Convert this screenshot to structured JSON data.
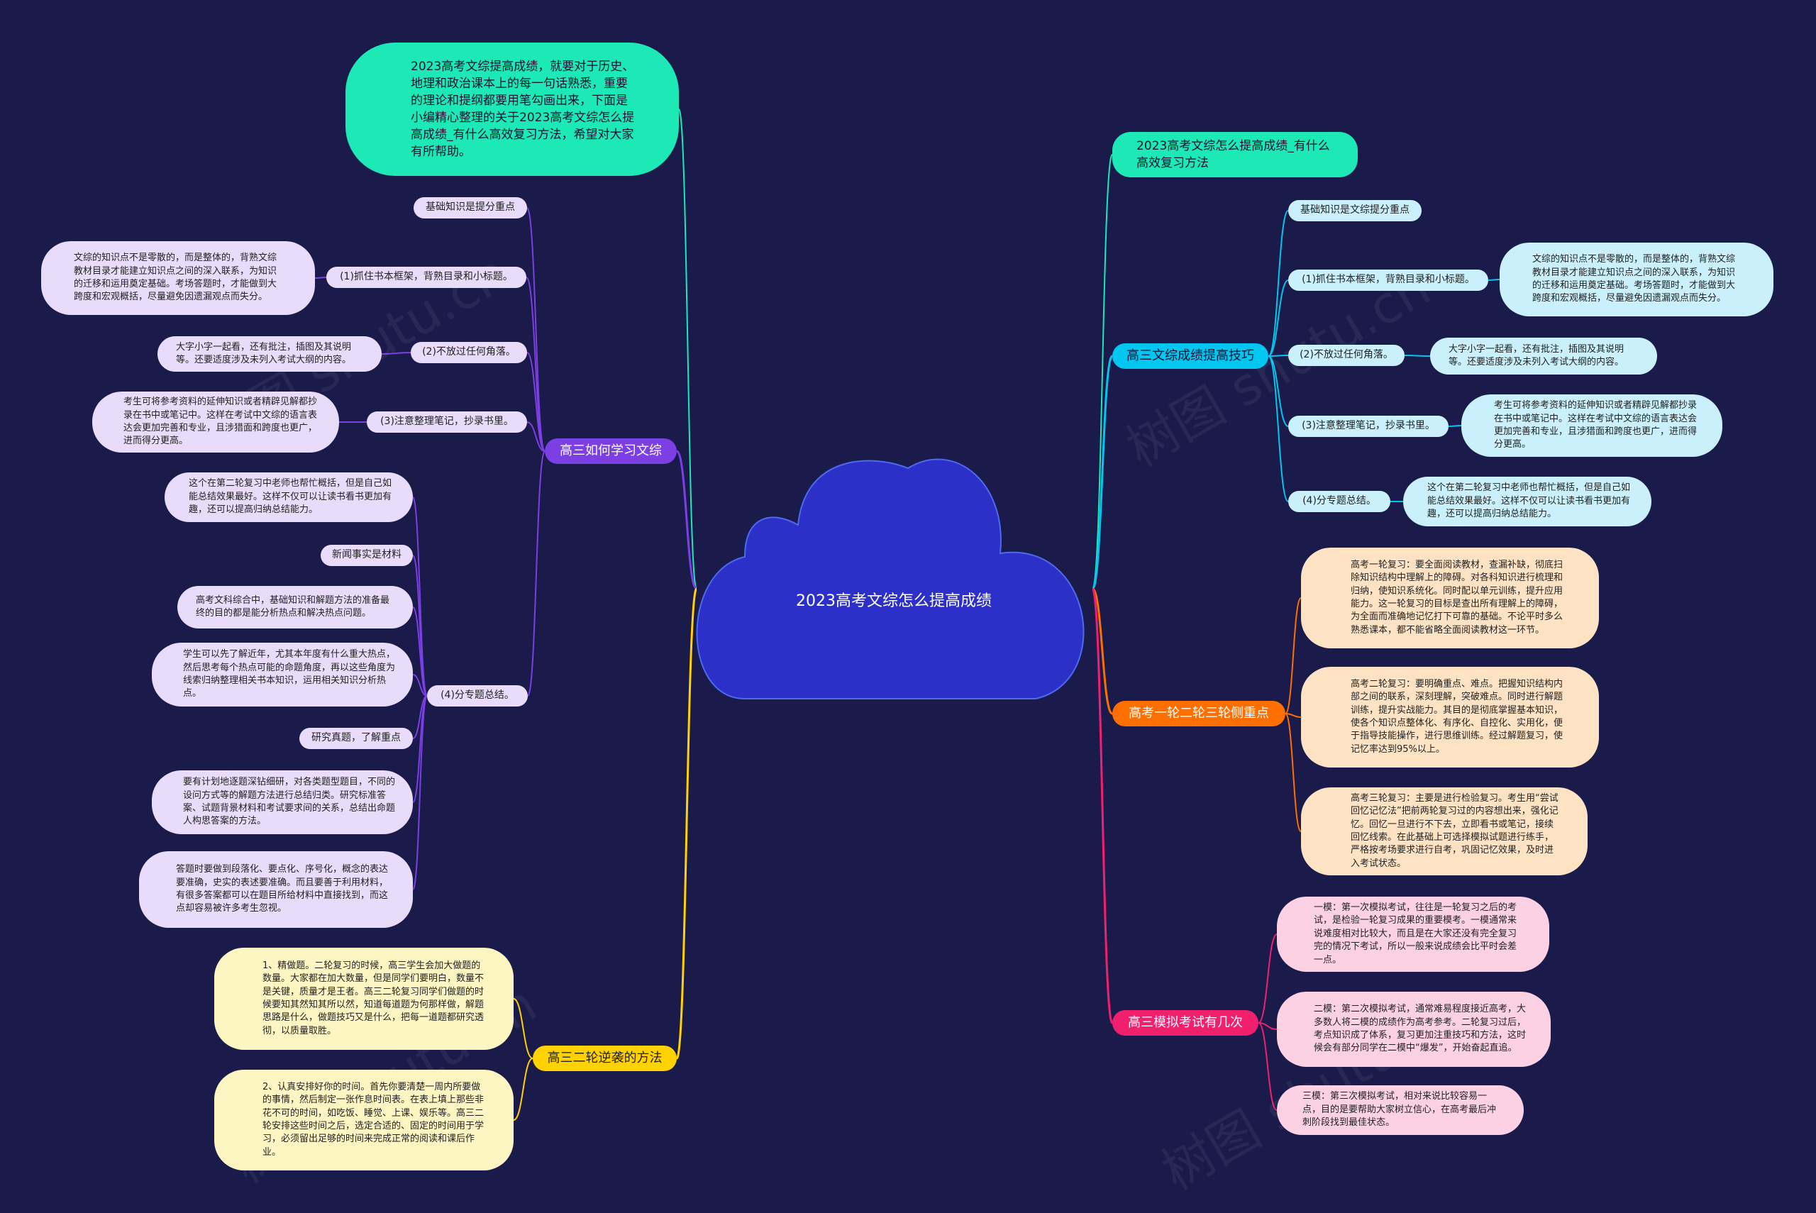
{
  "center": {
    "title": "2023高考文综怎么提高成绩"
  },
  "watermark": "树图 shutu.cn",
  "colors": {
    "purple": "#7b3fe4",
    "cyan": "#00c6f0",
    "orange": "#ff6f00",
    "pink": "#f0206e",
    "yellow": "#ffd200",
    "teal": "#1de9b6",
    "cloud": "#2d2fc9"
  },
  "intro": "2023高考文综提高成绩，就要对于历史、地理和政治课本上的每一句话熟悉，重要的理论和提纲都要用笔勾画出来，下面是小编精心整理的关于2023高考文综怎么提高成绩_有什么高效复习方法，希望对大家有所帮助。",
  "title_right": "2023高考文综怎么提高成绩_有什么高效复习方法",
  "left_study": {
    "label": "高三如何学习文综",
    "items": [
      {
        "label": "基础知识是提分重点"
      },
      {
        "label": "(1)抓住书本框架，背熟目录和小标题。",
        "detail": "文综的知识点不是零散的，而是整体的，背熟文综教材目录才能建立知识点之间的深入联系，为知识的迁移和运用奠定基础。考场答题时，才能做到大跨度和宏观概括，尽量避免因遗漏观点而失分。"
      },
      {
        "label": "(2)不放过任何角落。",
        "detail": "大字小字一起看，还有批注，插图及其说明等。还要适度涉及未列入考试大纲的内容。"
      },
      {
        "label": "(3)注意整理笔记，抄录书里。",
        "detail": "考生可将参考资料的延伸知识或者精辟见解都抄录在书中或笔记中。这样在考试中文综的语言表达会更加完善和专业，且涉猎面和跨度也更广，进而得分更高。"
      },
      {
        "label": "(4)分专题总结。",
        "details": [
          "这个在第二轮复习中老师也帮忙概括，但是自己如能总结效果最好。这样不仅可以让读书看书更加有趣，还可以提高归纳总结能力。",
          "新闻事实是材料",
          "高考文科综合中，基础知识和解题方法的准备最终的目的都是能分析热点和解决热点问题。",
          "学生可以先了解近年，尤其本年度有什么重大热点，然后思考每个热点可能的命题角度，再以这些角度为线索归纳整理相关书本知识，运用相关知识分析热点。",
          "研究真题，了解重点",
          "要有计划地逐题深钻细研，对各类题型题目，不同的设问方式等的解题方法进行总结归类。研究标准答案、试题背景材料和考试要求间的关系，总结出命题人构思答案的方法。",
          "答题时要做到段落化、要点化、序号化，概念的表达要准确，史实的表述要准确。而且要善于利用材料，有很多答案都可以在题目所给材料中直接找到，而这点却容易被许多考生忽视。"
        ]
      }
    ]
  },
  "left_method": {
    "label": "高三二轮逆袭的方法",
    "items": [
      "1、精做题。二轮复习的时候，高三学生会加大做题的数量。大家都在加大数量，但是同学们要明白，数量不是关键，质量才是王者。高三二轮复习同学们做题的时候要知其然知其所以然，知道每道题为何那样做，解题思路是什么，做题技巧又是什么，把每一道题都研究透彻，以质量取胜。",
      "2、认真安排好你的时间。首先你要清楚一周内所要做的事情，然后制定一张作息时间表。在表上填上那些非花不可的时间，如吃饭、睡觉、上课、娱乐等。高三二轮安排这些时间之后，选定合适的、固定的时间用于学习，必须留出足够的时间来完成正常的阅读和课后作业。"
    ]
  },
  "right_skill": {
    "label": "高三文综成绩提高技巧",
    "items": [
      {
        "label": "基础知识是文综提分重点"
      },
      {
        "label": "(1)抓住书本框架，背熟目录和小标题。",
        "detail": "文综的知识点不是零散的，而是整体的，背熟文综教材目录才能建立知识点之间的深入联系，为知识的迁移和运用奠定基础。考场答题时，才能做到大跨度和宏观概括，尽量避免因遗漏观点而失分。"
      },
      {
        "label": "(2)不放过任何角落。",
        "detail": "大字小字一起看，还有批注，插图及其说明等。还要适度涉及未列入考试大纲的内容。"
      },
      {
        "label": "(3)注意整理笔记，抄录书里。",
        "detail": "考生可将参考资料的延伸知识或者精辟见解都抄录在书中或笔记中。这样在考试中文综的语言表达会更加完善和专业，且涉猎面和跨度也更广，进而得分更高。"
      },
      {
        "label": "(4)分专题总结。",
        "detail": "这个在第二轮复习中老师也帮忙概括，但是自己如能总结效果最好。这样不仅可以让读书看书更加有趣，还可以提高归纳总结能力。"
      }
    ]
  },
  "right_rounds": {
    "label": "高考一轮二轮三轮侧重点",
    "items": [
      "高考一轮复习：要全面阅读教材，查漏补缺，彻底扫除知识结构中理解上的障碍。对各科知识进行梳理和归纳，使知识系统化。同时配以单元训练，提升应用能力。这一轮复习的目标是查出所有理解上的障碍，为全面而准确地记忆打下可靠的基础。不论平时多么熟悉课本，都不能省略全面阅读教材这一环节。",
      "高考二轮复习：要明确重点、难点。把握知识结构内部之间的联系，深刻理解，突破难点。同时进行解题训练，提升实战能力。其目的是彻底掌握基本知识，使各个知识点整体化、有序化、自控化、实用化，便于指导技能操作，进行思维训练。经过解题复习，使记忆率达到95%以上。",
      "高考三轮复习：主要是进行检验复习。考生用“尝试回忆记忆法”把前两轮复习过的内容想出来，强化记忆。回忆一旦进行不下去，立即看书或笔记，接续回忆线索。在此基础上可选择模拟试题进行练手，严格按考场要求进行自考，巩固记忆效果，及时进入考试状态。"
    ]
  },
  "right_mock": {
    "label": "高三模拟考试有几次",
    "items": [
      "一模：第一次模拟考试，往往是一轮复习之后的考试，是检验一轮复习成果的重要模考。一模通常来说难度相对比较大，而且是在大家还没有完全复习完的情况下考试，所以一般来说成绩会比平时会差一点。",
      "二模：第二次模拟考试，通常难易程度接近高考，大多数人将二模的成绩作为高考参考。二轮复习过后，考点知识成了体系，复习更加注重技巧和方法，这时候会有部分同学在二模中“爆发”，开始奋起直追。",
      "三模：第三次模拟考试，相对来说比较容易一点，目的是要帮助大家树立信心，在高考最后冲刺阶段找到最佳状态。"
    ]
  }
}
